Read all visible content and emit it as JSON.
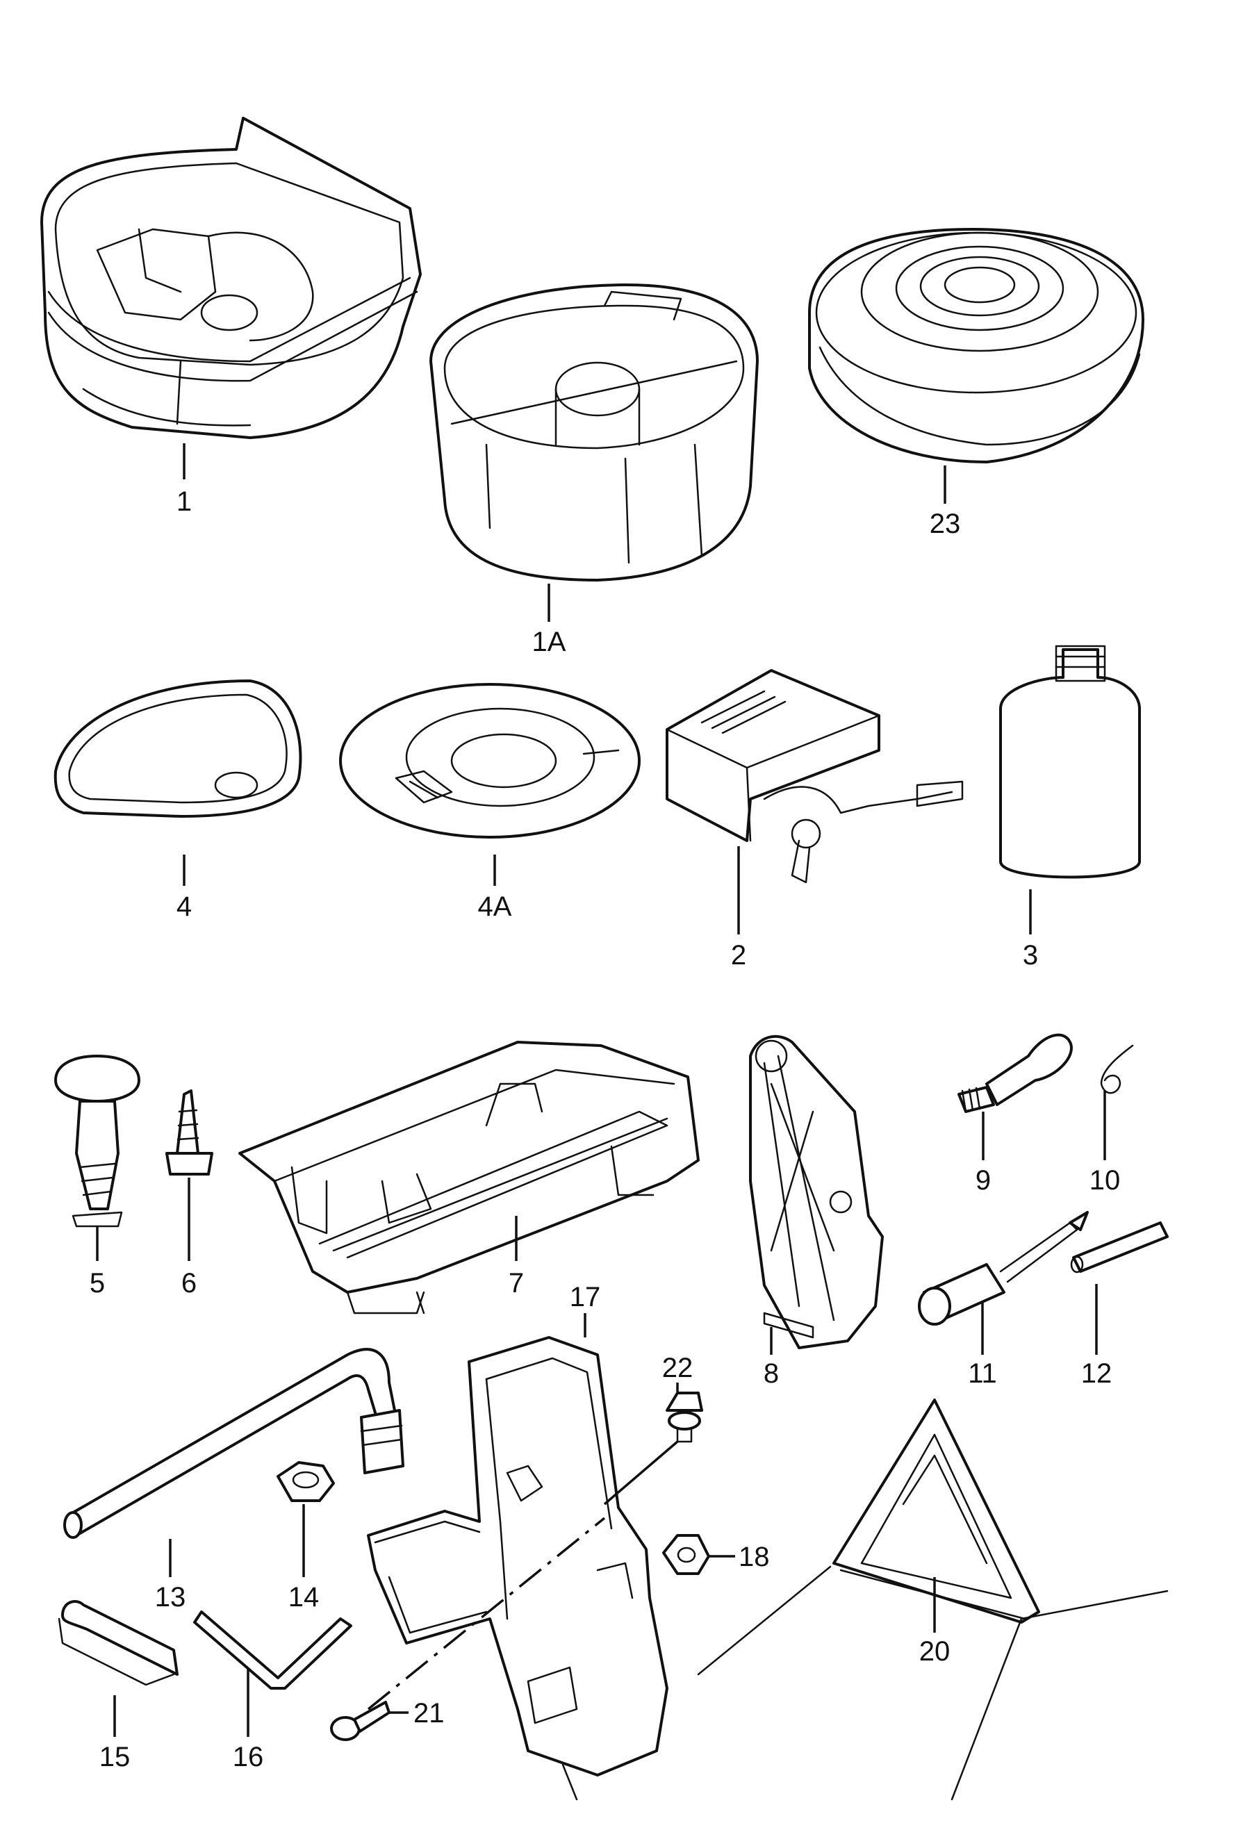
{
  "diagram": {
    "labels": {
      "p1": "1",
      "p1a": "1A",
      "p23": "23",
      "p4": "4",
      "p4a": "4A",
      "p2": "2",
      "p3": "3",
      "p5": "5",
      "p6": "6",
      "p7": "7",
      "p8": "8",
      "p9": "9",
      "p10": "10",
      "p11": "11",
      "p12": "12",
      "p13": "13",
      "p14": "14",
      "p15": "15",
      "p16": "16",
      "p17": "17",
      "p18": "18",
      "p20": "20",
      "p21": "21",
      "p22": "22"
    }
  }
}
